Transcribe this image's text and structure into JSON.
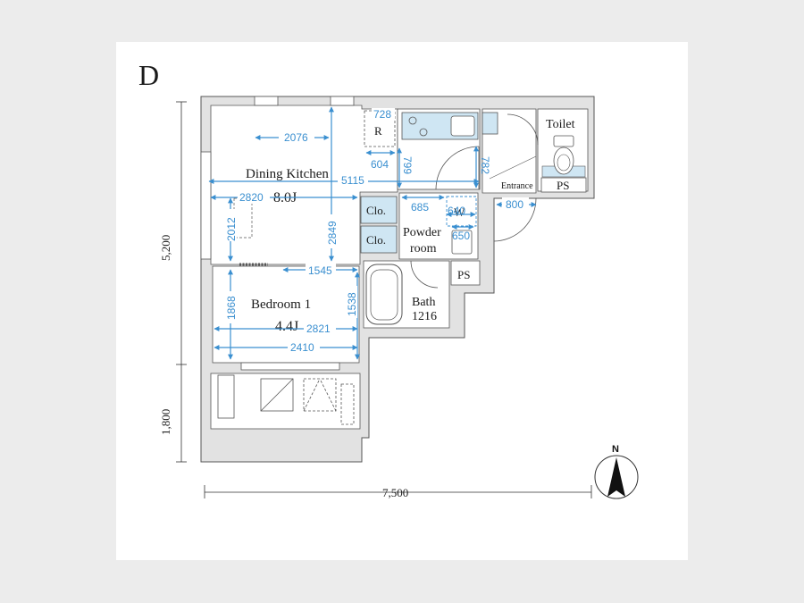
{
  "unit_letter": "D",
  "rooms": {
    "dining_kitchen": {
      "name": "Dining Kitchen",
      "size": "8.0J"
    },
    "bedroom": {
      "name": "Bedroom 1",
      "size": "4.4J"
    },
    "powder_room": {
      "name_line1": "Powder",
      "name_line2": "room"
    },
    "bath": {
      "name": "Bath",
      "size": "1216"
    },
    "toilet": {
      "name": "Toilet"
    },
    "entrance": {
      "name": "Entrance"
    },
    "ps_top": "PS",
    "ps_bath": "PS",
    "closet_1": "Clo.",
    "closet_2": "Clo.",
    "fridge": "R",
    "washer": "W"
  },
  "inner_dims": {
    "d2076": "2076",
    "d728": "728",
    "d604": "604",
    "d799": "799",
    "d782": "782",
    "d5115": "5115",
    "d2820": "2820",
    "d2012": "2012",
    "d2849": "2849",
    "d685": "685",
    "d640": "640",
    "d650": "650",
    "d800": "800",
    "d1545": "1545",
    "d1868": "1868",
    "d1538": "1538",
    "d2821": "2821",
    "d2410": "2410"
  },
  "outer_dims": {
    "height_main": "5,200",
    "height_balcony": "1,800",
    "width_total": "7,500"
  },
  "compass": {
    "north": "N"
  },
  "colors": {
    "wall": "#e2e2e2",
    "wall_stroke": "#555555",
    "accent_blue": "#3a8fd0",
    "fixture_fill": "#cfe6f3"
  }
}
